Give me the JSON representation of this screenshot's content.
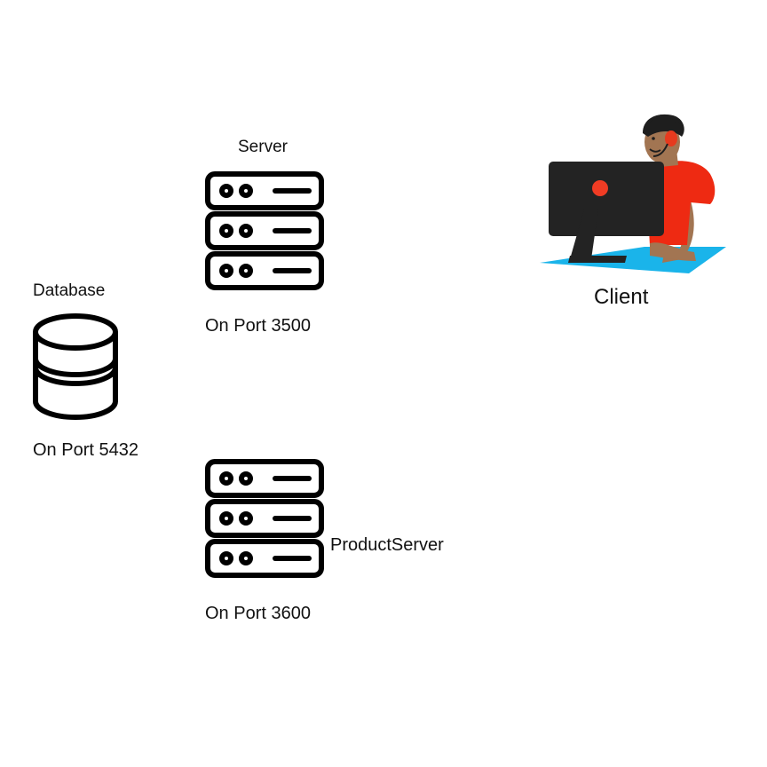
{
  "nodes": {
    "server": {
      "title": "Server",
      "port_label": "On Port 3500",
      "icon": "server-rack-icon"
    },
    "database": {
      "title": "Database",
      "port_label": "On Port 5432",
      "icon": "database-cylinder-icon"
    },
    "product_server": {
      "title": "ProductServer",
      "port_label": "On Port 3600",
      "icon": "server-rack-icon"
    },
    "client": {
      "title": "Client",
      "icon": "person-at-computer-illustration"
    }
  },
  "colors": {
    "background": "#ffffff",
    "icon_stroke": "#000000",
    "client_shirt": "#ee2a12",
    "client_headset": "#e63a1e",
    "client_monitor": "#232323",
    "client_monitor_dot": "#f03c24",
    "client_desk": "#1ab4ea",
    "client_skin": "#a27552"
  }
}
